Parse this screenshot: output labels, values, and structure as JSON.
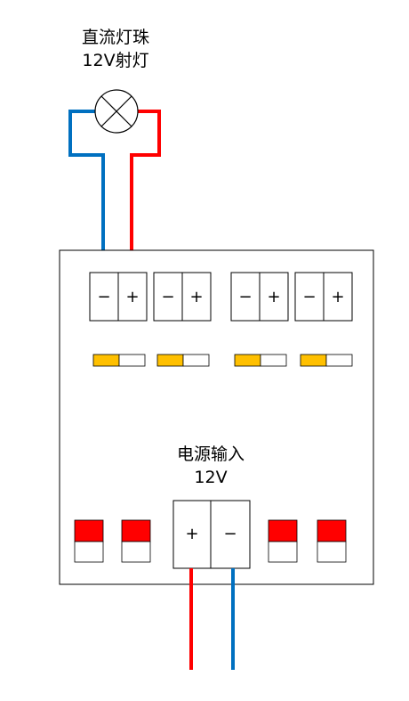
{
  "lamp": {
    "title_line1": "直流灯珠",
    "title_line2": "12V射灯"
  },
  "power": {
    "title_line1": "电源输入",
    "title_line2": "12V"
  },
  "terminals": {
    "minus": "−",
    "plus": "+"
  },
  "output_terminals": [
    {
      "left": "−",
      "right": "+"
    },
    {
      "left": "−",
      "right": "+"
    },
    {
      "left": "−",
      "right": "+"
    },
    {
      "left": "−",
      "right": "+"
    }
  ],
  "input_terminal": {
    "left": "+",
    "right": "−"
  },
  "colors": {
    "positive_wire": "#ff0000",
    "negative_wire": "#0070c0",
    "indicator_led": "#ffc000",
    "switch_red": "#ff0000",
    "outline": "#000000"
  }
}
